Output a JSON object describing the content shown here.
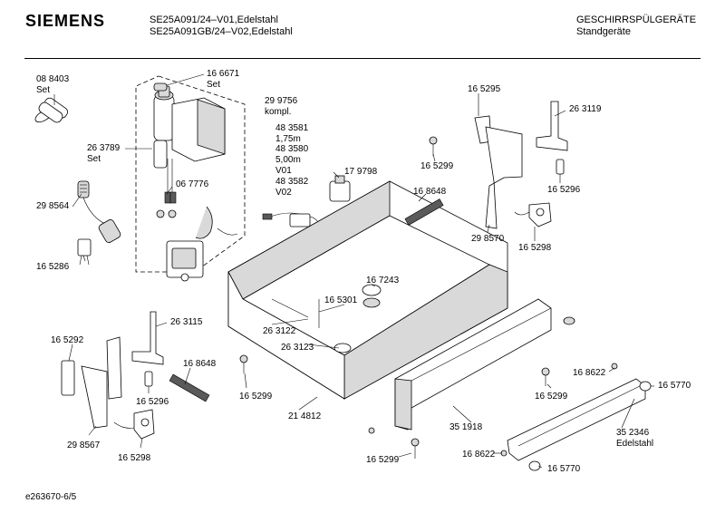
{
  "header": {
    "brand": "SIEMENS",
    "model_line1": "SE25A091/24–V01,Edelstahl",
    "model_line2": "SE25A091GB/24–V02,Edelstahl",
    "category_line1": "GESCHIRRSPÜLGERÄTE",
    "category_line2": "Standgeräte"
  },
  "labels": {
    "l088403": "08 8403",
    "l088403set": "Set",
    "l166671": "16 6671",
    "l166671set": "Set",
    "l299756": "29 9756",
    "l299756kompl": "kompl.",
    "l483581": "48 3581",
    "l175m": "1,75m",
    "l483580": "48 3580",
    "l500m": "5,00m",
    "lv01": "V01",
    "l483582": "48 3582",
    "lv02": "V02",
    "l263789": "26 3789",
    "l263789set": "Set",
    "l298564": "29 8564",
    "l067776": "06 7776",
    "l179798": "17 9798",
    "l165295": "16 5295",
    "l263119": "26 3119",
    "l165299a": "16 5299",
    "l168648a": "16 8648",
    "l298570": "29 8570",
    "l165296a": "16 5296",
    "l165298a": "16 5298",
    "l165286": "16 5286",
    "l167243": "16 7243",
    "l165301": "16 5301",
    "l263122": "26 3122",
    "l263123": "26 3123",
    "l165292": "16 5292",
    "l263115": "26 3115",
    "l168648b": "16 8648",
    "l165296b": "16 5296",
    "l165299b": "16 5299",
    "l298567": "29 8567",
    "l165298b": "16 5298",
    "l214812": "21 4812",
    "l351918": "35 1918",
    "l165299c": "16 5299",
    "l165299d": "16 5299",
    "l168622a": "16 8622",
    "l165770a": "16 5770",
    "l352346": "35 2346",
    "ledelstahl": "Edelstahl",
    "l168622b": "16 8622",
    "l165770b": "16 5770"
  },
  "footer": {
    "drawing_id": "e263670-6/5"
  }
}
